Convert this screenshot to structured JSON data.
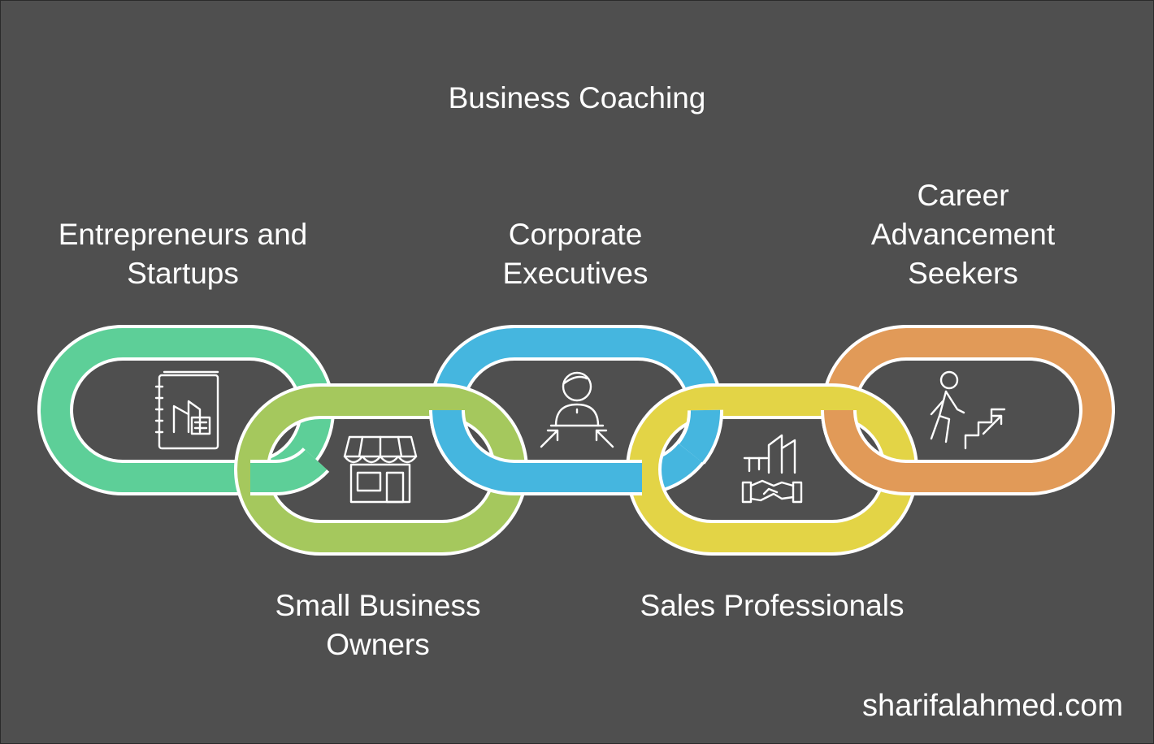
{
  "title": "Business Coaching",
  "segments": [
    {
      "label": "Entrepreneurs and\nStartups",
      "color": "#5dcf98",
      "icon": "business-plan-book-icon"
    },
    {
      "label": "Small Business\nOwners",
      "color": "#a5c85d",
      "icon": "storefront-icon"
    },
    {
      "label": "Corporate\nExecutives",
      "color": "#45b6df",
      "icon": "executive-person-icon"
    },
    {
      "label": "Sales Professionals",
      "color": "#e3d446",
      "icon": "handshake-deal-icon"
    },
    {
      "label": "Career\nAdvancement\nSeekers",
      "color": "#e19a58",
      "icon": "climbing-stairs-icon"
    }
  ],
  "footer": "sharifalahmed.com",
  "background": "#4f4f4f"
}
